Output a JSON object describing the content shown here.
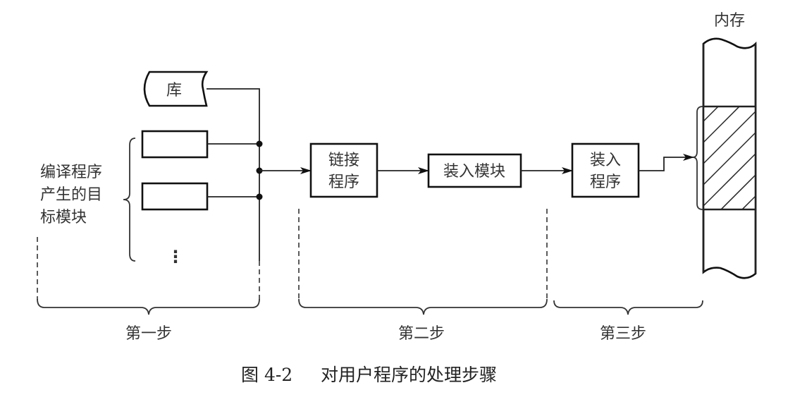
{
  "figure": {
    "caption_number": "图 4-2",
    "caption_text": "对用户程序的处理步骤"
  },
  "nodes": {
    "library": "库",
    "object_modules_label": [
      "编译程序",
      "产生的目",
      "标模块"
    ],
    "object_modules_ellipsis": "⋮",
    "linker": [
      "链接",
      "程序"
    ],
    "load_module": "装入模块",
    "loader": [
      "装入",
      "程序"
    ],
    "memory": "内存"
  },
  "steps": [
    {
      "label": "第一步"
    },
    {
      "label": "第二步"
    },
    {
      "label": "第三步"
    }
  ]
}
